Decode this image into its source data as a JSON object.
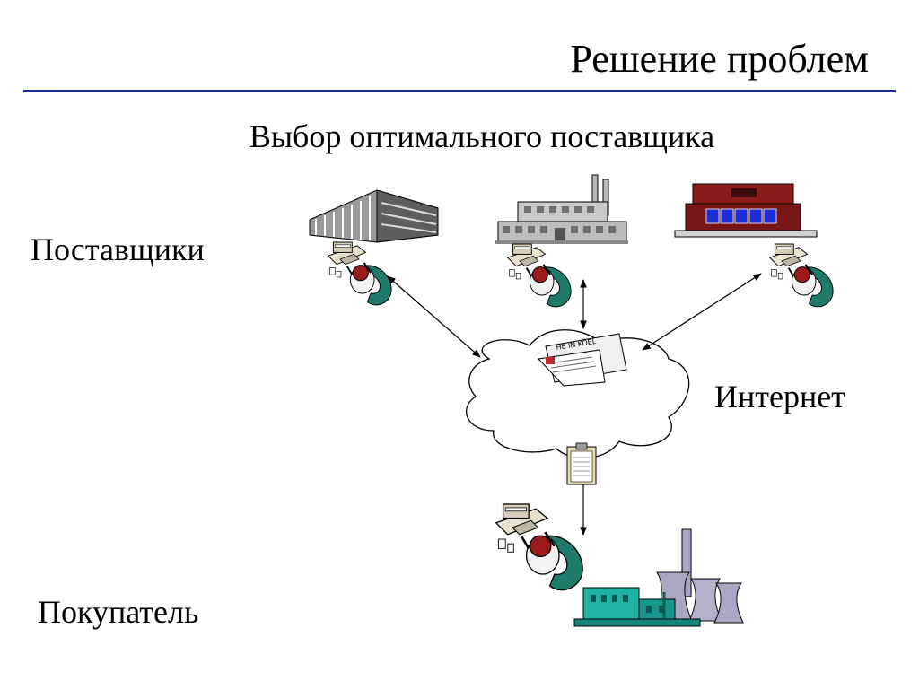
{
  "slide": {
    "title": "Решение проблем",
    "subtitle": "Выбор оптимального поставщика"
  },
  "labels": {
    "suppliers": "Поставщики",
    "internet": "Интернет",
    "buyer": "Покупатель"
  },
  "newspaper_text": "HE IN KÖEL",
  "colors": {
    "rule": "#1f2a8c",
    "arrow": "#000000",
    "person_shirt": "#1f7a6a",
    "person_hair": "#9b1b1b",
    "store_brick": "#8a1c1c",
    "store_windows": "#1a2fd6",
    "plant_teal": "#1fb3a6",
    "cooling_tower": "#a9a6c2"
  }
}
